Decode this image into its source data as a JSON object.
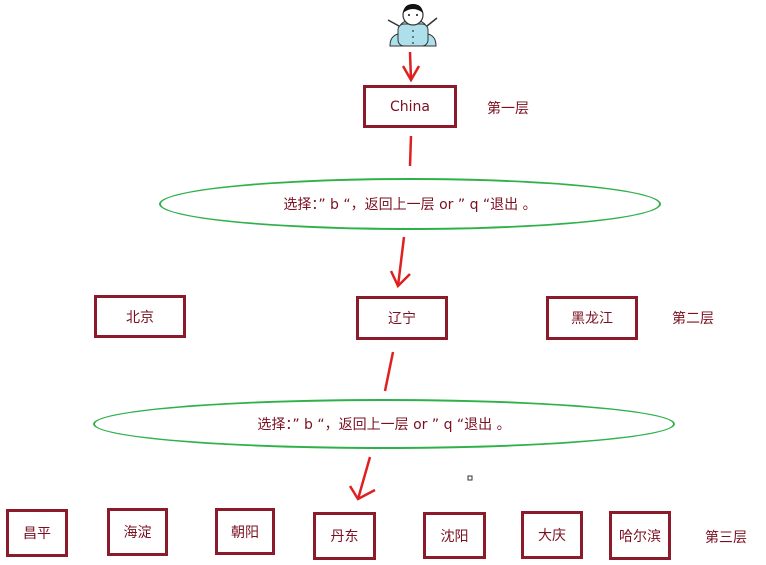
{
  "level1": {
    "node": "China",
    "layer": "第一层"
  },
  "prompt1": "选择：” b “，返回上一层 or ” q “退出 。",
  "level2": {
    "nodes": [
      "北京",
      "辽宁",
      "黑龙江"
    ],
    "layer": "第二层"
  },
  "prompt2": "选择：” b “，返回上一层 or ” q “退出 。",
  "level3": {
    "nodes": [
      "昌平",
      "海淀",
      "朝阳",
      "丹东",
      "沈阳",
      "大庆",
      "哈尔滨"
    ],
    "layer": "第三层"
  },
  "colors": {
    "box_border": "#8b1a2a",
    "oval_border": "#2fb14a",
    "arrow": "#e02020",
    "text": "#7a1020"
  }
}
